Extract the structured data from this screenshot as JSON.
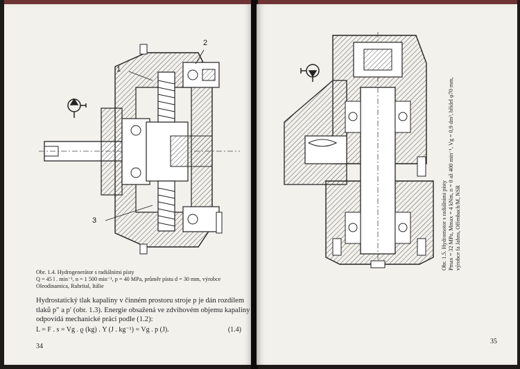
{
  "left_page": {
    "figure_labels": [
      "1",
      "2",
      "3"
    ],
    "caption": [
      "Obr. 1.4. Hydrogenerátor s radiálními písty",
      "Q = 45 l . min⁻¹, n = 1 500 min⁻¹, p = 40 MPa, průměr pístu d = 30 mm, výrobce",
      "Oleodinamica, Rubrital, Itálie"
    ],
    "body": [
      "Hydrostatický tlak kapaliny v činném prostoru stroje p je dán rozdílem",
      "tlaků p″ a p′ (obr. 1.3). Energie obsažená ve zdvihovém objemu kapaliny Vg",
      "odpovídá mechanické práci podle (1.2):"
    ],
    "equation": "L = F . s = Vg . ϱ (kg) . Y (J . kg⁻¹) = Vg . p     (J).",
    "equation_number": "(1.4)",
    "page_number": "34"
  },
  "right_page": {
    "caption": [
      "Obr. 1.5. Hydromotor s radiálními písty",
      "Pmax = 32 MPa, Mmax = 4 kNm, n = 0 až 400 min⁻¹, Vg = 0,9 dm³, hřídel φ70 mm,",
      "výrobce fa Jahns, Offenbach/M, NSR"
    ],
    "page_number": "35"
  }
}
